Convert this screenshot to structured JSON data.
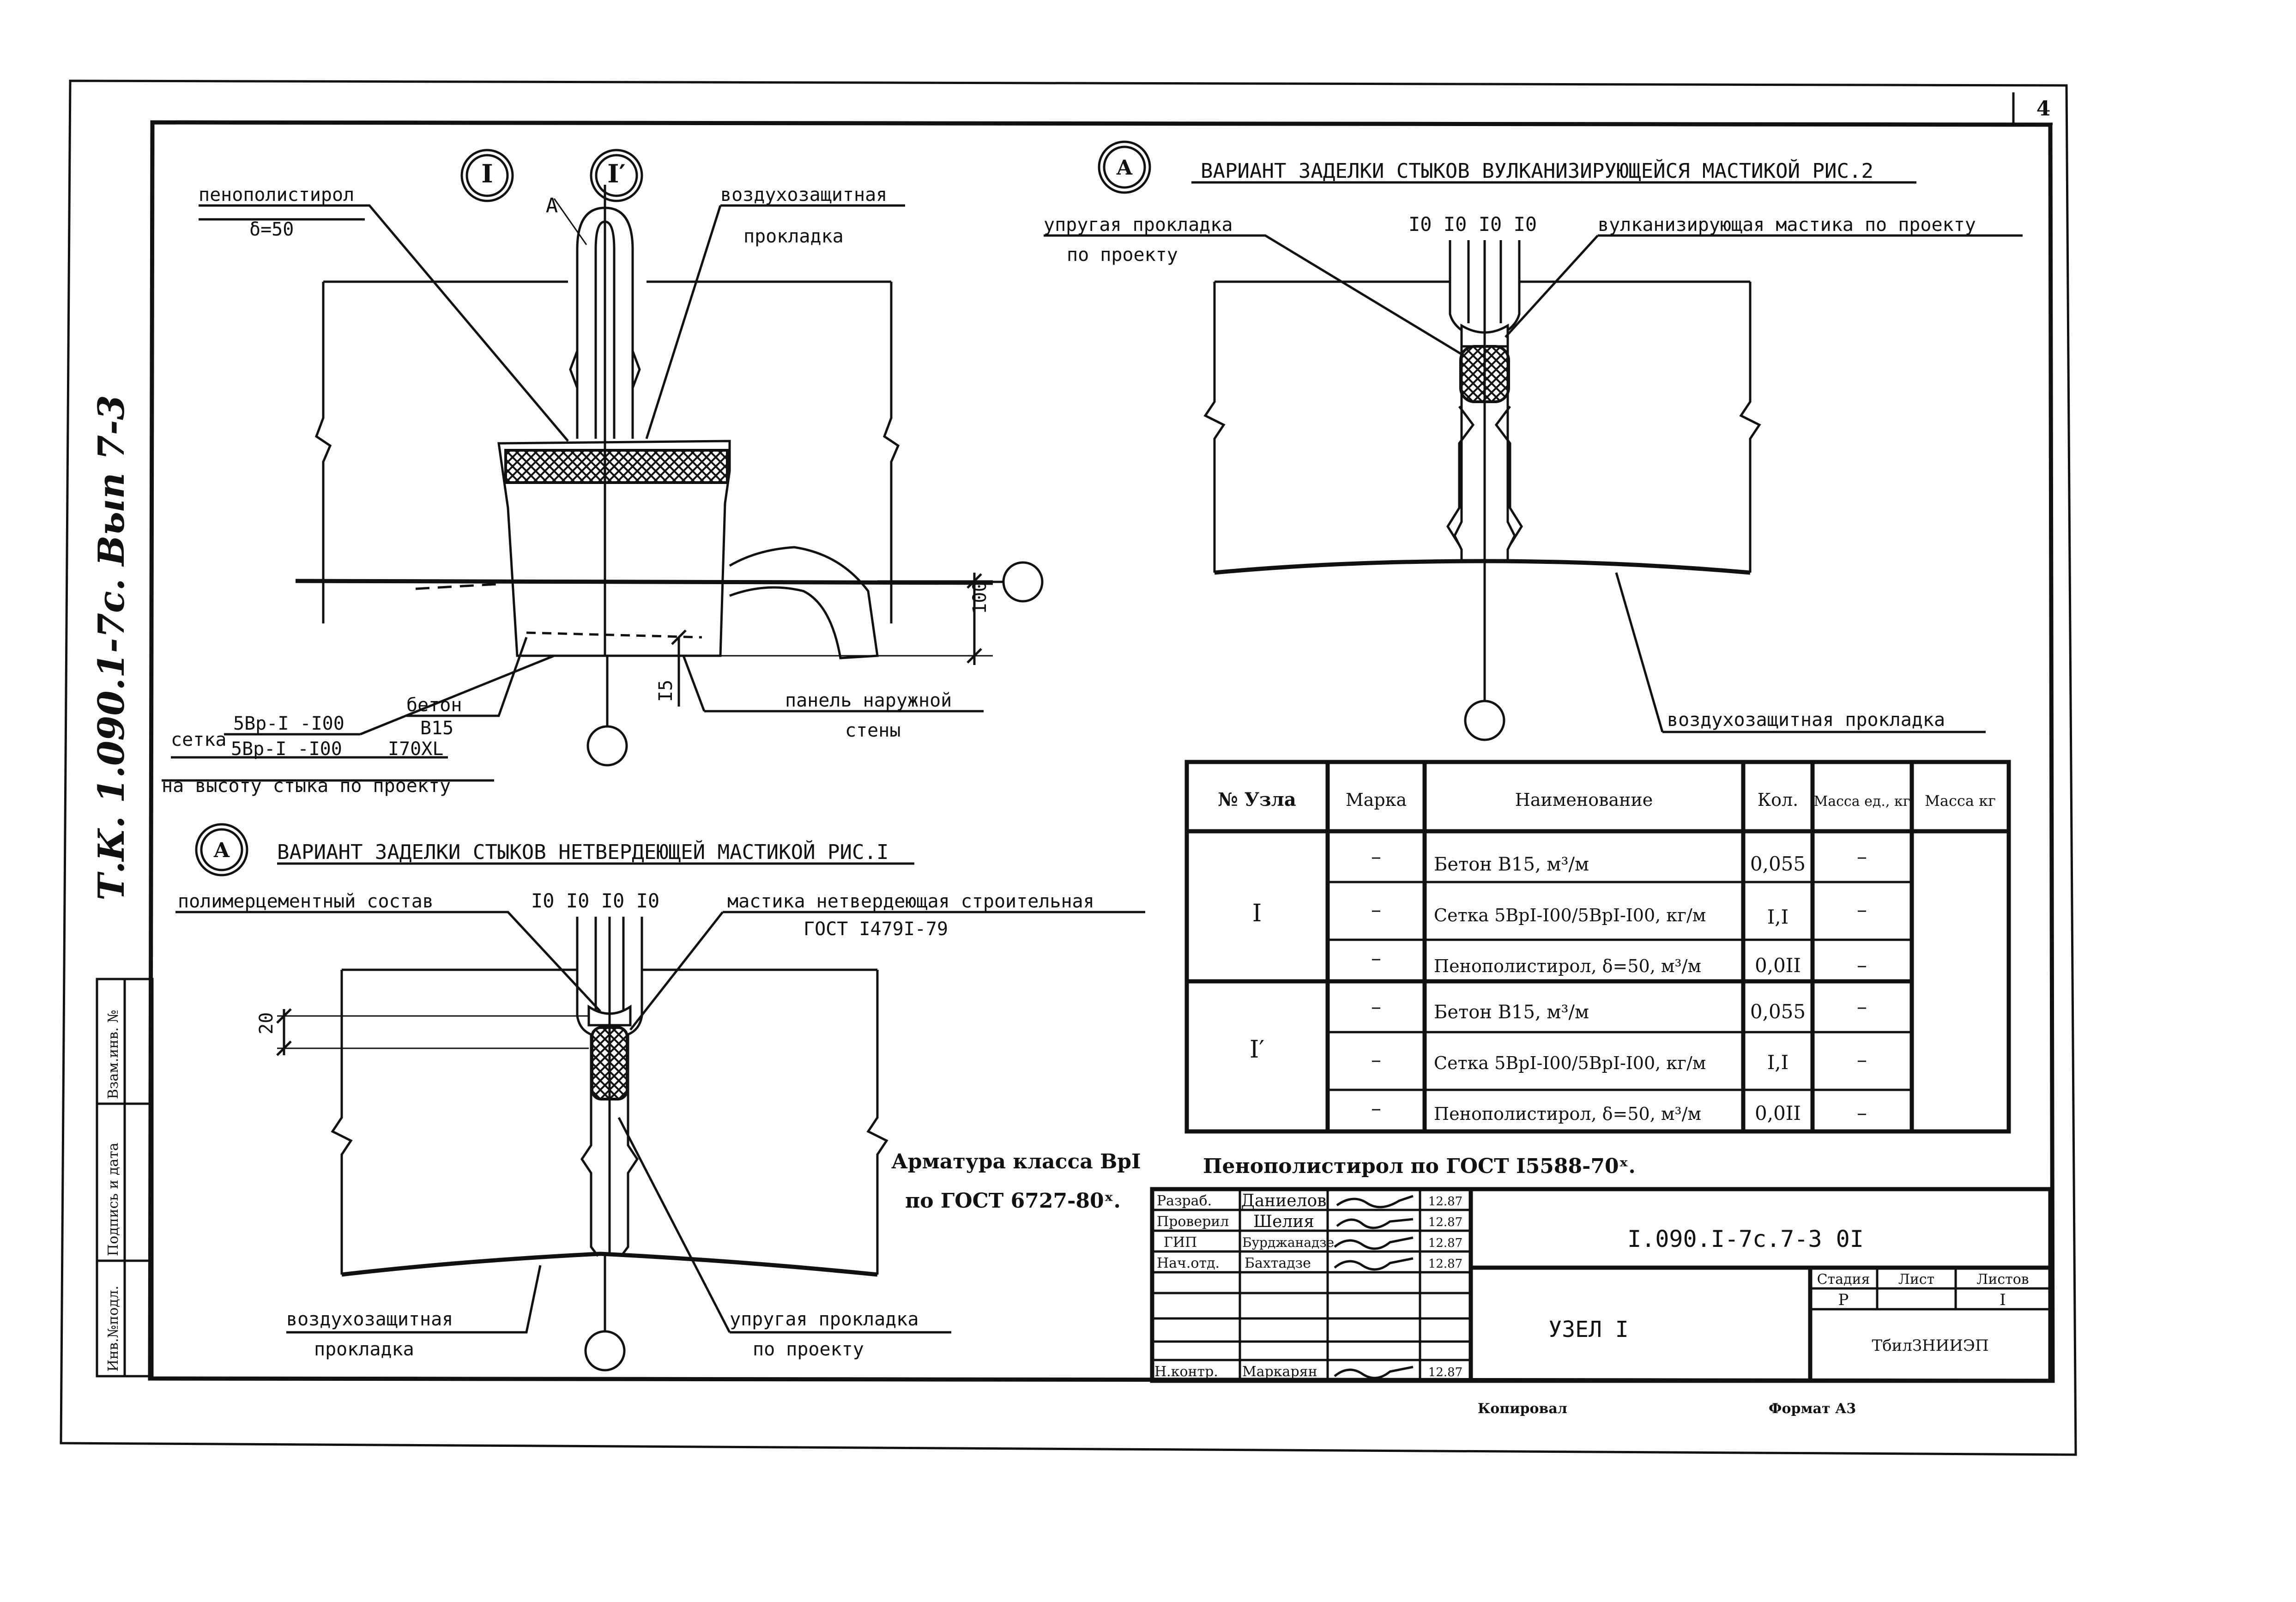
{
  "sheet_number": "4",
  "side_note": "Т.К. 1.090.1-7с. Вып 7-3",
  "margin_stamp": [
    "Инв.№подл.",
    "Подпись и дата",
    "Взам.инв. №"
  ],
  "markers": {
    "node1": "I",
    "node1p": "I′",
    "section": "А"
  },
  "main_detail": {
    "foam": "пенополистирол",
    "foam_thk": "δ=50",
    "section_mark": "А",
    "air_gasket_1": "воздухозащитная",
    "air_gasket_2": "прокладка",
    "concrete_1": "бетон",
    "concrete_2": "В15",
    "mesh": "сетка",
    "mesh_top": "5Вр-I -I00",
    "mesh_bottom": "5Вр-I -I00",
    "mesh_len": "I70XL",
    "mesh_note": "на высоту стыка по проекту",
    "panel_1": "панель наружной",
    "panel_2": "стены",
    "dim_100": "100",
    "dim_15": "I5"
  },
  "fig1": {
    "marker": "А",
    "title": "ВАРИАНТ ЗАДЕЛКИ СТЫКОВ НЕТВЕРДЕЮЩЕЙ МАСТИКОЙ РИС.I",
    "polymer": "полимерцементный состав",
    "dims": "I0 I0 I0 I0",
    "mastic_1": "мастика нетвердеющая строительная",
    "mastic_2": "ГОСТ I479I-79",
    "dim_20": "20",
    "air_1": "воздухозащитная",
    "air_2": "прокладка",
    "gasket_1": "упругая прокладка",
    "gasket_2": "по проекту"
  },
  "fig2": {
    "marker": "А",
    "title": "ВАРИАНТ ЗАДЕЛКИ СТЫКОВ ВУЛКАНИЗИРУЮЩЕЙСЯ МАСТИКОЙ РИС.2",
    "gasket_1": "упругая прокладка",
    "gasket_2": "по проекту",
    "dims": "I0 I0 I0 I0",
    "mastic": "вулканизирующая мастика по проекту",
    "air": "воздухозащитная прокладка"
  },
  "spec_table": {
    "headers": [
      "№ Узла",
      "Марка",
      "Наименование",
      "Кол.",
      "Масса ед., кг",
      "Масса кг"
    ],
    "groups": [
      {
        "node": "I",
        "rows": [
          {
            "mark": "–",
            "name": "Бетон В15, м³/м",
            "qty": "0,055",
            "mass_unit": "–"
          },
          {
            "mark": "–",
            "name": "Сетка 5ВрI-I00/5ВрI-I00, кг/м",
            "qty": "I,I",
            "mass_unit": "–"
          },
          {
            "mark": "–",
            "name": "Пенополистирол, δ=50, м³/м",
            "qty": "0,0II",
            "mass_unit": "–"
          }
        ]
      },
      {
        "node": "I′",
        "rows": [
          {
            "mark": "–",
            "name": "Бетон В15, м³/м",
            "qty": "0,055",
            "mass_unit": "–"
          },
          {
            "mark": "–",
            "name": "Сетка 5ВрI-I00/5ВрI-I00, кг/м",
            "qty": "I,I",
            "mass_unit": "–"
          },
          {
            "mark": "–",
            "name": "Пенополистирол, δ=50, м³/м",
            "qty": "0,0II",
            "mass_unit": "–"
          }
        ]
      }
    ]
  },
  "notes": {
    "rebar_1": "Арматура класса ВрI",
    "rebar_2": "по ГОСТ 6727-80ˣ.",
    "foam_std": "Пенополистирол по ГОСТ I5588-70ˣ."
  },
  "title_block": {
    "code": "I.090.I-7с.7-3 0I",
    "name": "УЗЕЛ I",
    "org": "ТбилЗНИИЭП",
    "stage_label": "Стадия",
    "stage": "Р",
    "sheet_label": "Лист",
    "sheets_label": "Листов",
    "sheets": "I",
    "roles": [
      {
        "role": "Разраб.",
        "person": "Даниелов",
        "date": "12.87"
      },
      {
        "role": "Проверил",
        "person": "Шелия",
        "date": "12.87"
      },
      {
        "role": "ГИП",
        "person": "Бурджанадзе",
        "date": "12.87"
      },
      {
        "role": "Нач.отд.",
        "person": "Бахтадзе",
        "date": "12.87"
      },
      {
        "role": "Н.контр.",
        "person": "Маркарян",
        "date": "12.87"
      }
    ],
    "copied": "Копировал",
    "format": "Формат А3"
  }
}
